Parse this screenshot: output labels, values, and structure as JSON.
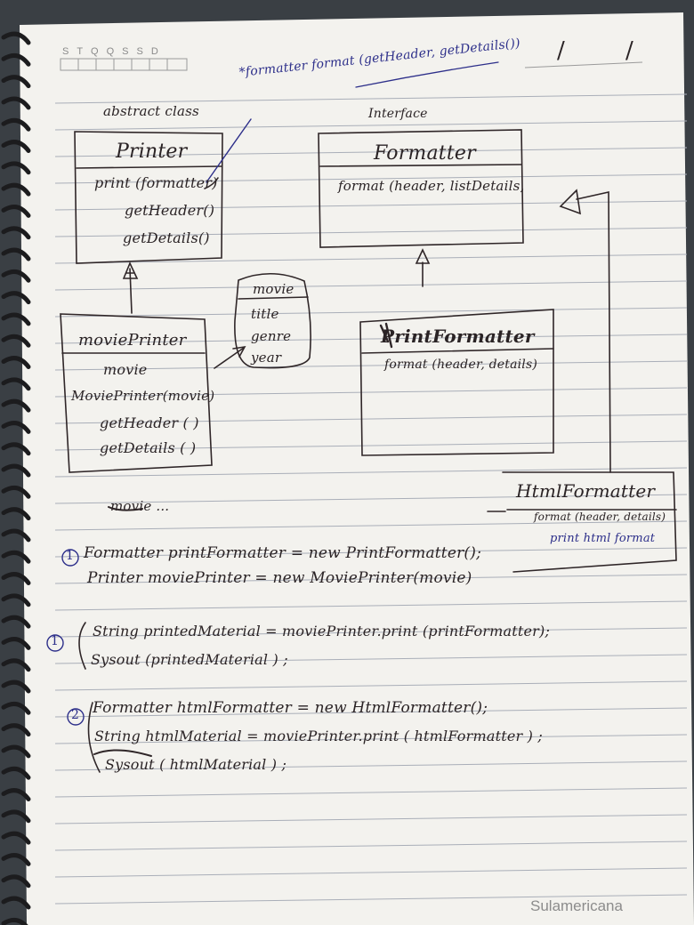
{
  "page": {
    "weekdays": "STQQSSD",
    "date_slashes": "/ /",
    "brand": "Sulamericana"
  },
  "annotations": {
    "abstract_label": "abstract class",
    "interface_label": "Interface",
    "formatter_note": "*formatter format (getHeader, getDetails())"
  },
  "classes": {
    "printer": {
      "title": "Printer",
      "methods": [
        "print (formatter)",
        "getHeader()",
        "getDetails()"
      ]
    },
    "formatter": {
      "title": "Formatter",
      "methods": [
        "format (header, listDetails,"
      ]
    },
    "movie_printer": {
      "title": "moviePrinter",
      "members": [
        "movie",
        "MoviePrinter(movie)",
        "getHeader ( )",
        "getDetails ( )"
      ]
    },
    "movie": {
      "title": "movie",
      "fields": [
        "title",
        "genre",
        "year"
      ]
    },
    "print_formatter": {
      "title": "PrintFormatter",
      "methods": [
        "format (header, details)"
      ]
    },
    "html_formatter": {
      "title": "HtmlFormatter",
      "methods": [
        "format (header, details)",
        "print html format"
      ]
    }
  },
  "notes": {
    "movie_ellipsis": "movie ...",
    "step1_num": "1",
    "step1_lines": [
      "Formatter printFormatter = new PrintFormatter();",
      "Printer moviePrinter = new MoviePrinter(movie)"
    ],
    "step2_num": "1",
    "step2_lines": [
      "String printedMaterial = moviePrinter.print (printFormatter);",
      "Sysout (printedMaterial ) ;"
    ],
    "step3_num": "2",
    "step3_lines": [
      "Formatter htmlFormatter = new HtmlFormatter();",
      "String htmlMaterial = moviePrinter.print ( htmlFormatter ) ;",
      "Sysout ( htmlMaterial ) ;"
    ]
  }
}
